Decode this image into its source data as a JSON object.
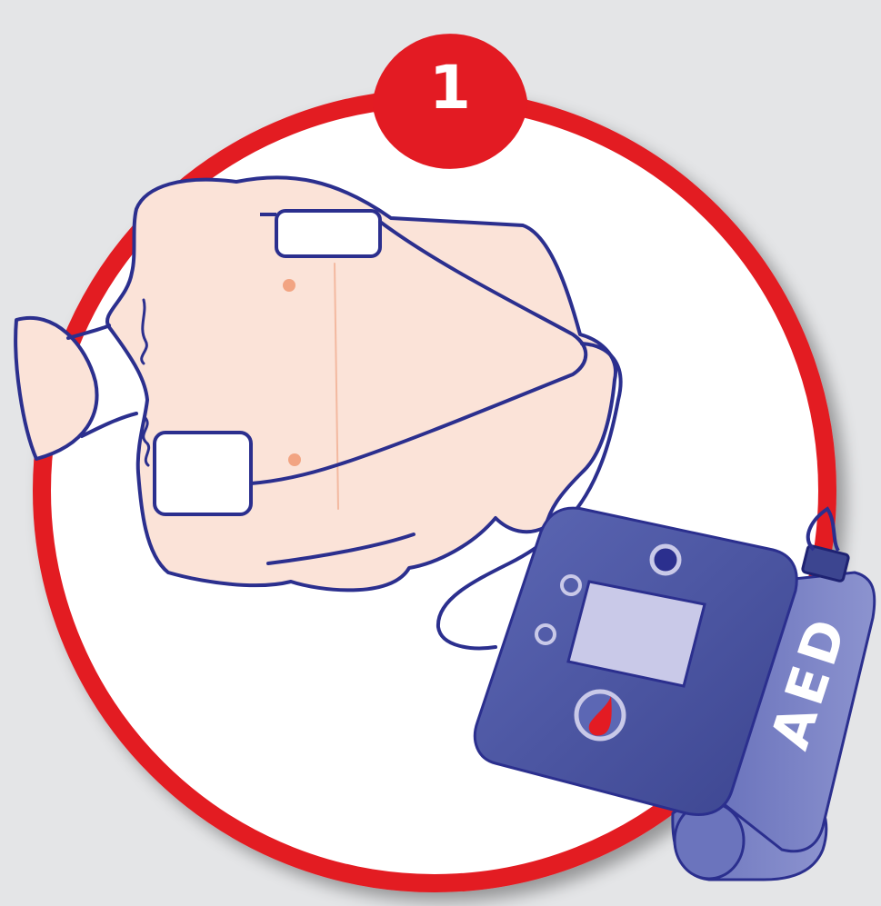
{
  "step": {
    "number": "1",
    "badge_color": "#e31b23"
  },
  "device": {
    "label": "AED",
    "body_color": "#4f5aa6",
    "screen_color": "#c9c9e8",
    "shock_icon_color": "#e31b23"
  },
  "scene": {
    "background_color": "#e4e5e7",
    "ring_color": "#e31b23",
    "skin_color": "#fbe3d8",
    "outline_color": "#2b2f8e",
    "pad_color": "#ffffff"
  },
  "icons": {
    "step_badge": "red-circle-badge",
    "shock_button": "blood-drop-icon",
    "patient": "torso-illustration",
    "pads": "electrode-pad-icon"
  }
}
